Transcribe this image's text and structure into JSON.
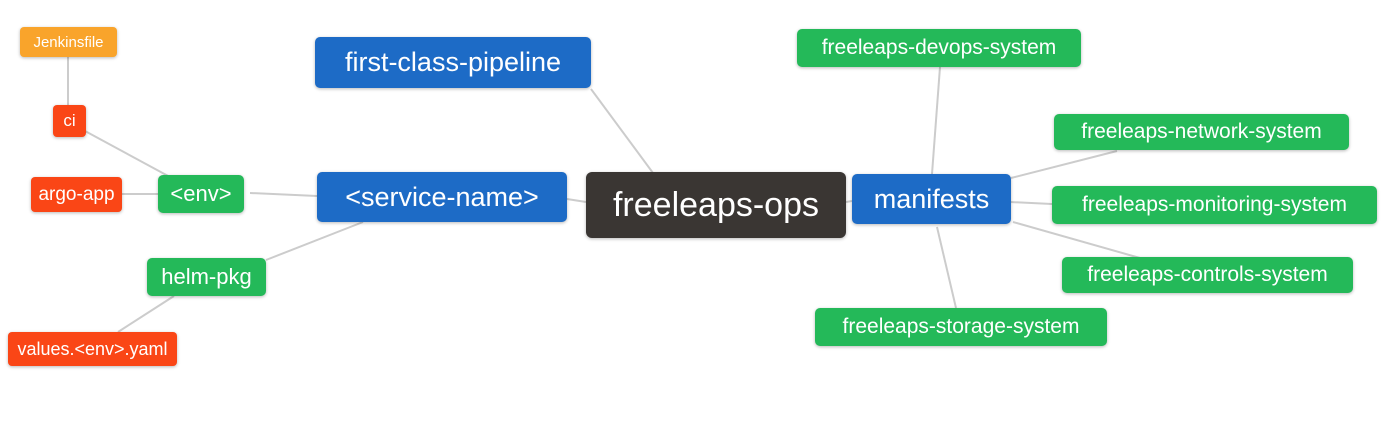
{
  "diagram": {
    "type": "mindmap",
    "root_label": "freeleaps-ops",
    "palette": {
      "root_bg": "#3a3633",
      "level1_bg": "#1d6bc6",
      "level2_bg": "#24b959",
      "level3_bg": "#fa4616",
      "level4_bg": "#f9a42b",
      "node_text": "#ffffff",
      "edge": "#cccccc",
      "background": "#ffffff"
    },
    "nodes": [
      {
        "id": "freeleaps-ops",
        "label": "freeleaps-ops",
        "level": "root"
      },
      {
        "id": "first-class-pipeline",
        "label": "first-class-pipeline",
        "level": 1
      },
      {
        "id": "service-name",
        "label": "<service-name>",
        "level": 1
      },
      {
        "id": "manifests",
        "label": "manifests",
        "level": 1
      },
      {
        "id": "env",
        "label": "<env>",
        "level": 2
      },
      {
        "id": "helm-pkg",
        "label": "helm-pkg",
        "level": 2
      },
      {
        "id": "ci",
        "label": "ci",
        "level": 3
      },
      {
        "id": "argo-app",
        "label": "argo-app",
        "level": 3
      },
      {
        "id": "jenkinsfile",
        "label": "Jenkinsfile",
        "level": 4
      },
      {
        "id": "values-env-yaml",
        "label": "values.<env>.yaml",
        "level": 3
      },
      {
        "id": "freeleaps-devops-system",
        "label": "freeleaps-devops-system",
        "level": 2
      },
      {
        "id": "freeleaps-network-system",
        "label": "freeleaps-network-system",
        "level": 2
      },
      {
        "id": "freeleaps-monitoring-system",
        "label": "freeleaps-monitoring-system",
        "level": 2
      },
      {
        "id": "freeleaps-controls-system",
        "label": "freeleaps-controls-system",
        "level": 2
      },
      {
        "id": "freeleaps-storage-system",
        "label": "freeleaps-storage-system",
        "level": 2
      }
    ],
    "edges": [
      {
        "from": "freeleaps-ops",
        "to": "first-class-pipeline"
      },
      {
        "from": "freeleaps-ops",
        "to": "service-name"
      },
      {
        "from": "freeleaps-ops",
        "to": "manifests"
      },
      {
        "from": "service-name",
        "to": "env"
      },
      {
        "from": "service-name",
        "to": "helm-pkg"
      },
      {
        "from": "env",
        "to": "ci"
      },
      {
        "from": "env",
        "to": "argo-app"
      },
      {
        "from": "ci",
        "to": "jenkinsfile"
      },
      {
        "from": "helm-pkg",
        "to": "values-env-yaml"
      },
      {
        "from": "manifests",
        "to": "freeleaps-devops-system"
      },
      {
        "from": "manifests",
        "to": "freeleaps-network-system"
      },
      {
        "from": "manifests",
        "to": "freeleaps-monitoring-system"
      },
      {
        "from": "manifests",
        "to": "freeleaps-controls-system"
      },
      {
        "from": "manifests",
        "to": "freeleaps-storage-system"
      }
    ]
  }
}
